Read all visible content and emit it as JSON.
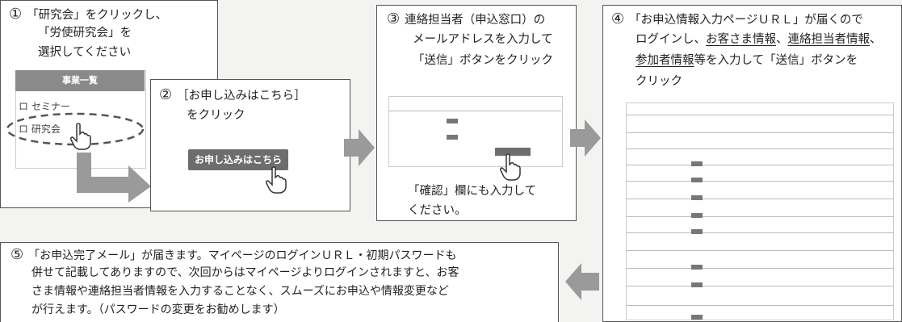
{
  "step1": {
    "number": "①",
    "line1": "「研究会」をクリックし、",
    "line2": "「労使研究会」を",
    "line3": "選択してください",
    "menu_header": "事業一覧",
    "menu_item1": "ロ セミナー",
    "menu_item2": "ロ 研究会"
  },
  "step2": {
    "number": "②",
    "line1": "［お申し込みはこちら］",
    "line2": "をクリック",
    "button_label": "お申し込みはこちら"
  },
  "step3": {
    "number": "③",
    "line1": "連絡担当者（申込窓口）の",
    "line2": "メールアドレスを入力して",
    "line3": "「送信」ボタンをクリック",
    "note1": "「確認」欄にも入力して",
    "note2": "ください。"
  },
  "step4": {
    "number": "④",
    "line1": "「お申込情報入力ページＵＲＬ」が届くので",
    "line2_a": "ログインし、",
    "line2_b": "お客さま情報",
    "line2_c": "、",
    "line2_d": "連絡担当者情報",
    "line2_e": "、",
    "line3_a": "参加者情報",
    "line3_b": "等を入力して「送信」ボタンを",
    "line4": "クリック"
  },
  "step5": {
    "number": "⑤",
    "line1": "「お申込完了メール」が届きます。マイページのログインＵＲＬ・初期パスワードも",
    "line2": "併せて記載してありますので、次回からはマイページよりログインされますと、お客",
    "line3": "さま情報や連絡担当者情報を入力することなく、スムーズにお申込や情報変更など",
    "line4": "が行えます。（パスワードの変更をお勧めします）"
  },
  "colors": {
    "arrow": "#9a9a9a",
    "button": "#6d6d6d",
    "border": "#555555"
  }
}
